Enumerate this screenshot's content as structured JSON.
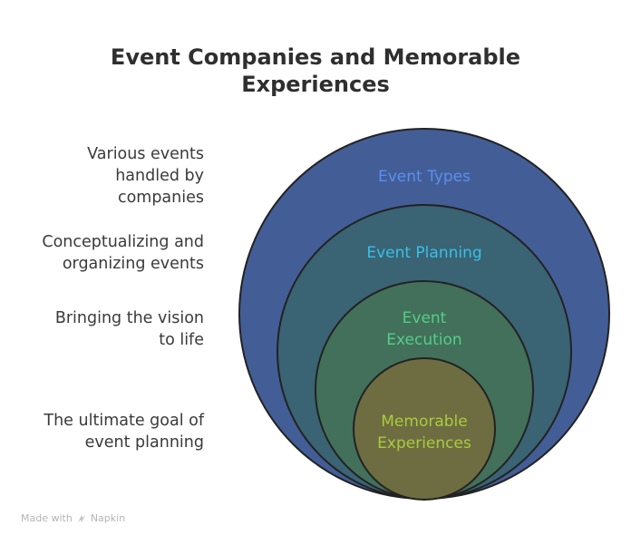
{
  "title": {
    "line1": "Event Companies and Memorable",
    "line2": "Experiences"
  },
  "levels": [
    {
      "label": "Event Types",
      "description": [
        "Various events",
        "handled by",
        "companies"
      ],
      "fill": "#435e96",
      "text_color": "#5b8ff0"
    },
    {
      "label": "Event Planning",
      "description": [
        "Conceptualizing and",
        "organizing events"
      ],
      "fill": "#3a6374",
      "text_color": "#38c0e6"
    },
    {
      "label_lines": [
        "Event",
        "Execution"
      ],
      "description": [
        "Bringing the vision",
        "to life"
      ],
      "fill": "#43705a",
      "text_color": "#52cf8a"
    },
    {
      "label_lines": [
        "Memorable",
        "Experiences"
      ],
      "description": [
        "The ultimate goal of",
        "event planning"
      ],
      "fill": "#6e6c41",
      "text_color": "#a9cc3c"
    }
  ],
  "footer": {
    "made_with": "Made with",
    "brand": "Napkin"
  }
}
